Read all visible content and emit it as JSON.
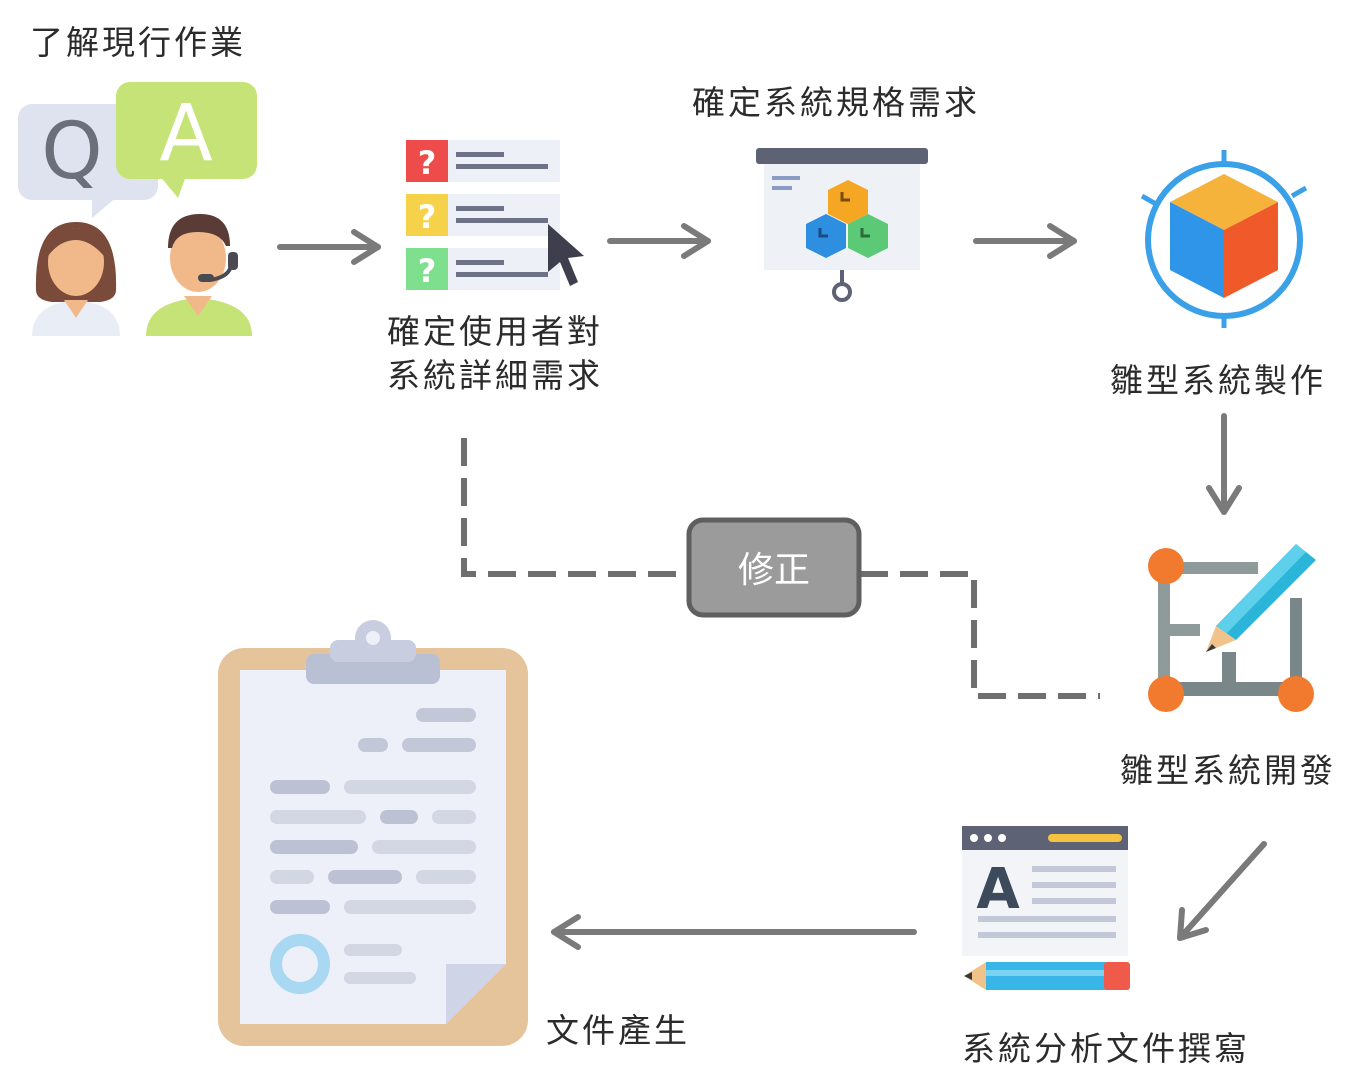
{
  "steps": {
    "understand": "了解現行作業",
    "confirm_user_line1": "確定使用者對",
    "confirm_user_line2": "系統詳細需求",
    "spec": "確定系統規格需求",
    "prototype_make": "雛型系統製作",
    "prototype_dev": "雛型系統開發",
    "analysis_doc": "系統分析文件撰寫",
    "doc_output": "文件產生"
  },
  "feedback": {
    "label": "修正"
  },
  "icons": {
    "qa_bubble_q": "Q",
    "qa_bubble_a": "A",
    "question_marks": [
      "?",
      "?",
      "?"
    ],
    "document_letter": "A"
  },
  "colors": {
    "arrow": "#7a7a7a",
    "dashed": "#6f6f6f",
    "fix_box_fill": "#9b9b9b",
    "fix_box_border": "#5f5f5f",
    "answer_bubble": "#c6e377",
    "question_bubble": "#dfe3f0",
    "cube_ring": "#3aa0e8",
    "clipboard": "#e5c49c"
  }
}
